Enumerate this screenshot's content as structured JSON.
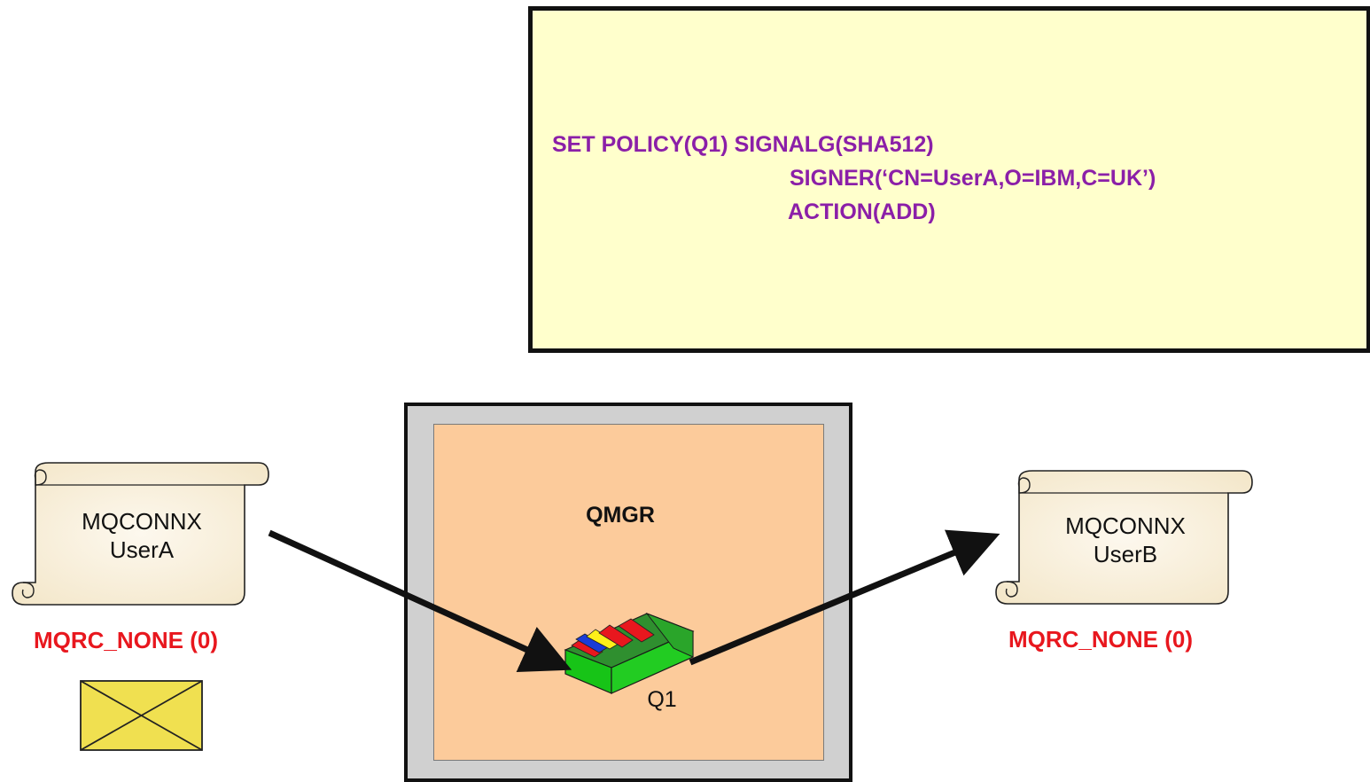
{
  "command": {
    "line1": "SET POLICY(Q1) SIGNALG(SHA512)",
    "line2": "SIGNER(‘CN=UserA,O=IBM,C=UK’)",
    "line3": "ACTION(ADD)"
  },
  "qmgr": {
    "title": "QMGR",
    "queue_label": "Q1"
  },
  "sender": {
    "line1": "MQCONNX",
    "line2": "UserA",
    "return_code": "MQRC_NONE (0)"
  },
  "receiver": {
    "line1": "MQCONNX",
    "line2": "UserB",
    "return_code": "MQRC_NONE (0)"
  },
  "colors": {
    "command_text": "#8b1fa8",
    "command_bg": "#ffffcc",
    "qmgr_fill": "#fccb9b",
    "qmgr_frame": "#d0d0d0",
    "return_code": "#e8171e",
    "scroll_fill": "#fbf3e2",
    "envelope": "#f0e050"
  },
  "icons": [
    "scroll-icon",
    "envelope-icon",
    "queue-icon",
    "arrow-icon"
  ]
}
